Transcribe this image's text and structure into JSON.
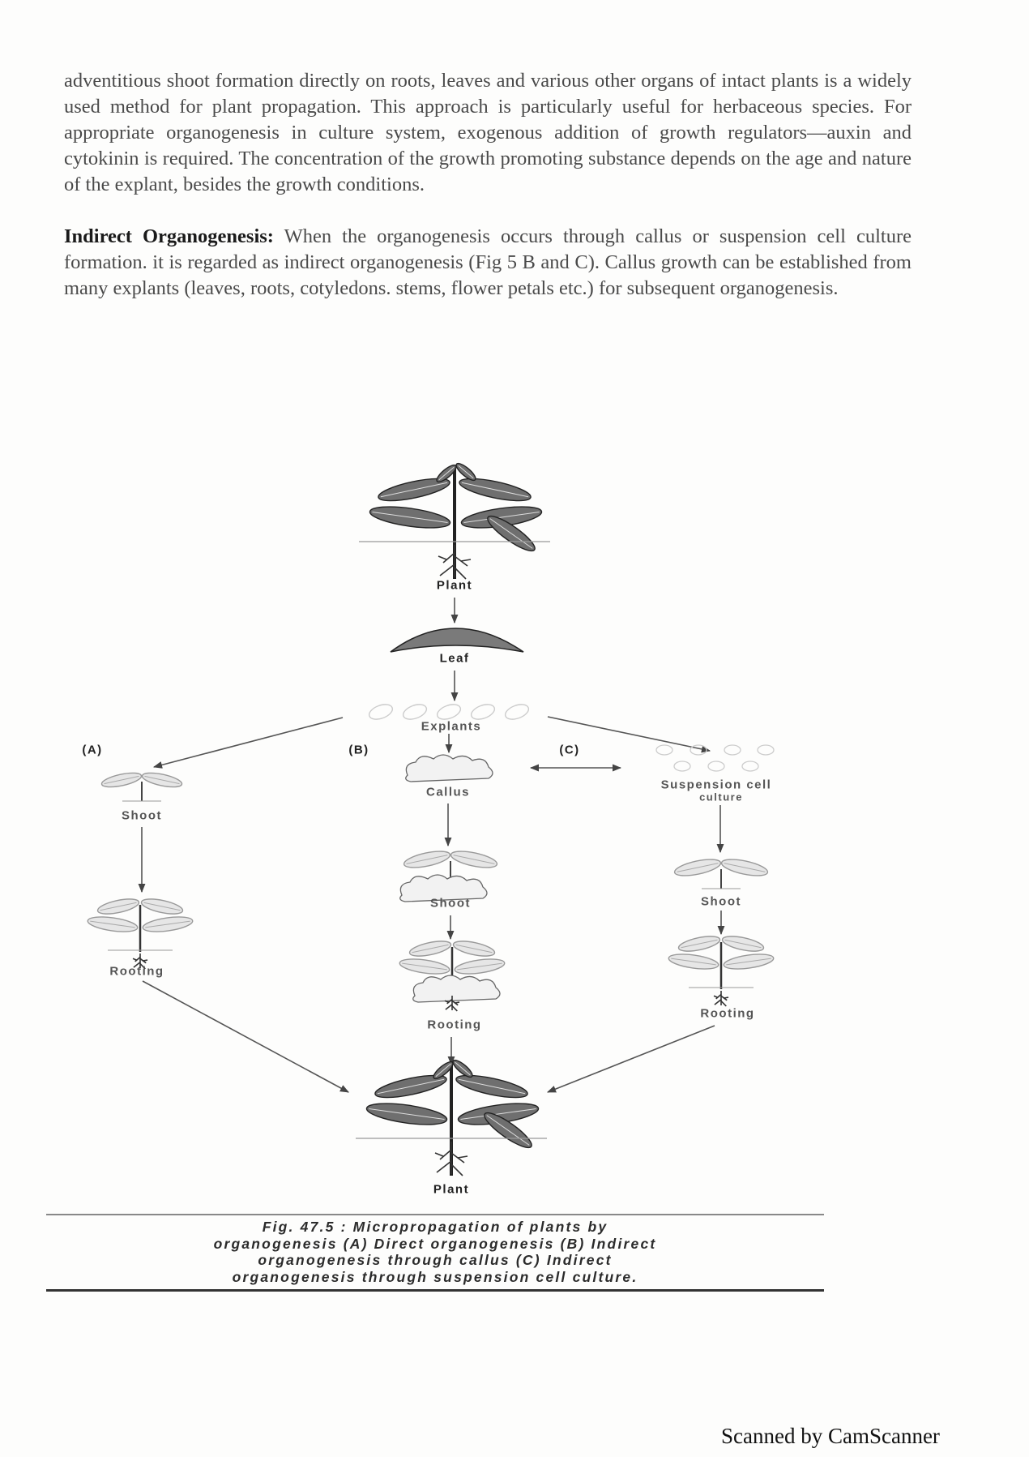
{
  "paragraphs": {
    "p1": "adventitious shoot formation directly on roots, leaves and various other organs of intact plants is a widely used method for plant propagation. This approach is particularly useful for herbaceous species. For appropriate organogenesis in culture system, exogenous addition of growth regulators—auxin and cytokinin is required. The concentration of the growth promoting substance depends on the age and nature of the explant, besides the growth conditions.",
    "p2_heading": "Indirect Organogenesis:",
    "p2_body": " When the organogenesis occurs through callus or suspension cell culture formation. it is regarded as indirect organogenesis (Fig 5 B and C). Callus growth can be established from many explants (leaves, roots, cotyledons. stems, flower petals etc.) for subsequent organogenesis."
  },
  "figure": {
    "labels": {
      "plant_top": "Plant",
      "leaf": "Leaf",
      "explants": "Explants",
      "a": "(A)",
      "b": "(B)",
      "c": "(C)",
      "callus": "Callus",
      "suspension_1": "Suspension cell",
      "suspension_2": "culture",
      "a_shoot": "Shoot",
      "a_rooting": "Rooting",
      "b_shoot": "Shoot",
      "b_rooting": "Rooting",
      "c_shoot": "Shoot",
      "c_rooting": "Rooting",
      "plant_bottom": "Plant"
    },
    "caption_lines": [
      "Fig. 47.5 : Micropropagation of plants by",
      "organogenesis (A) Direct organogenesis (B) Indirect",
      "organogenesis through callus (C) Indirect",
      "organogenesis through suspension cell culture."
    ]
  },
  "footer": {
    "watermark": "Scanned by CamScanner"
  }
}
